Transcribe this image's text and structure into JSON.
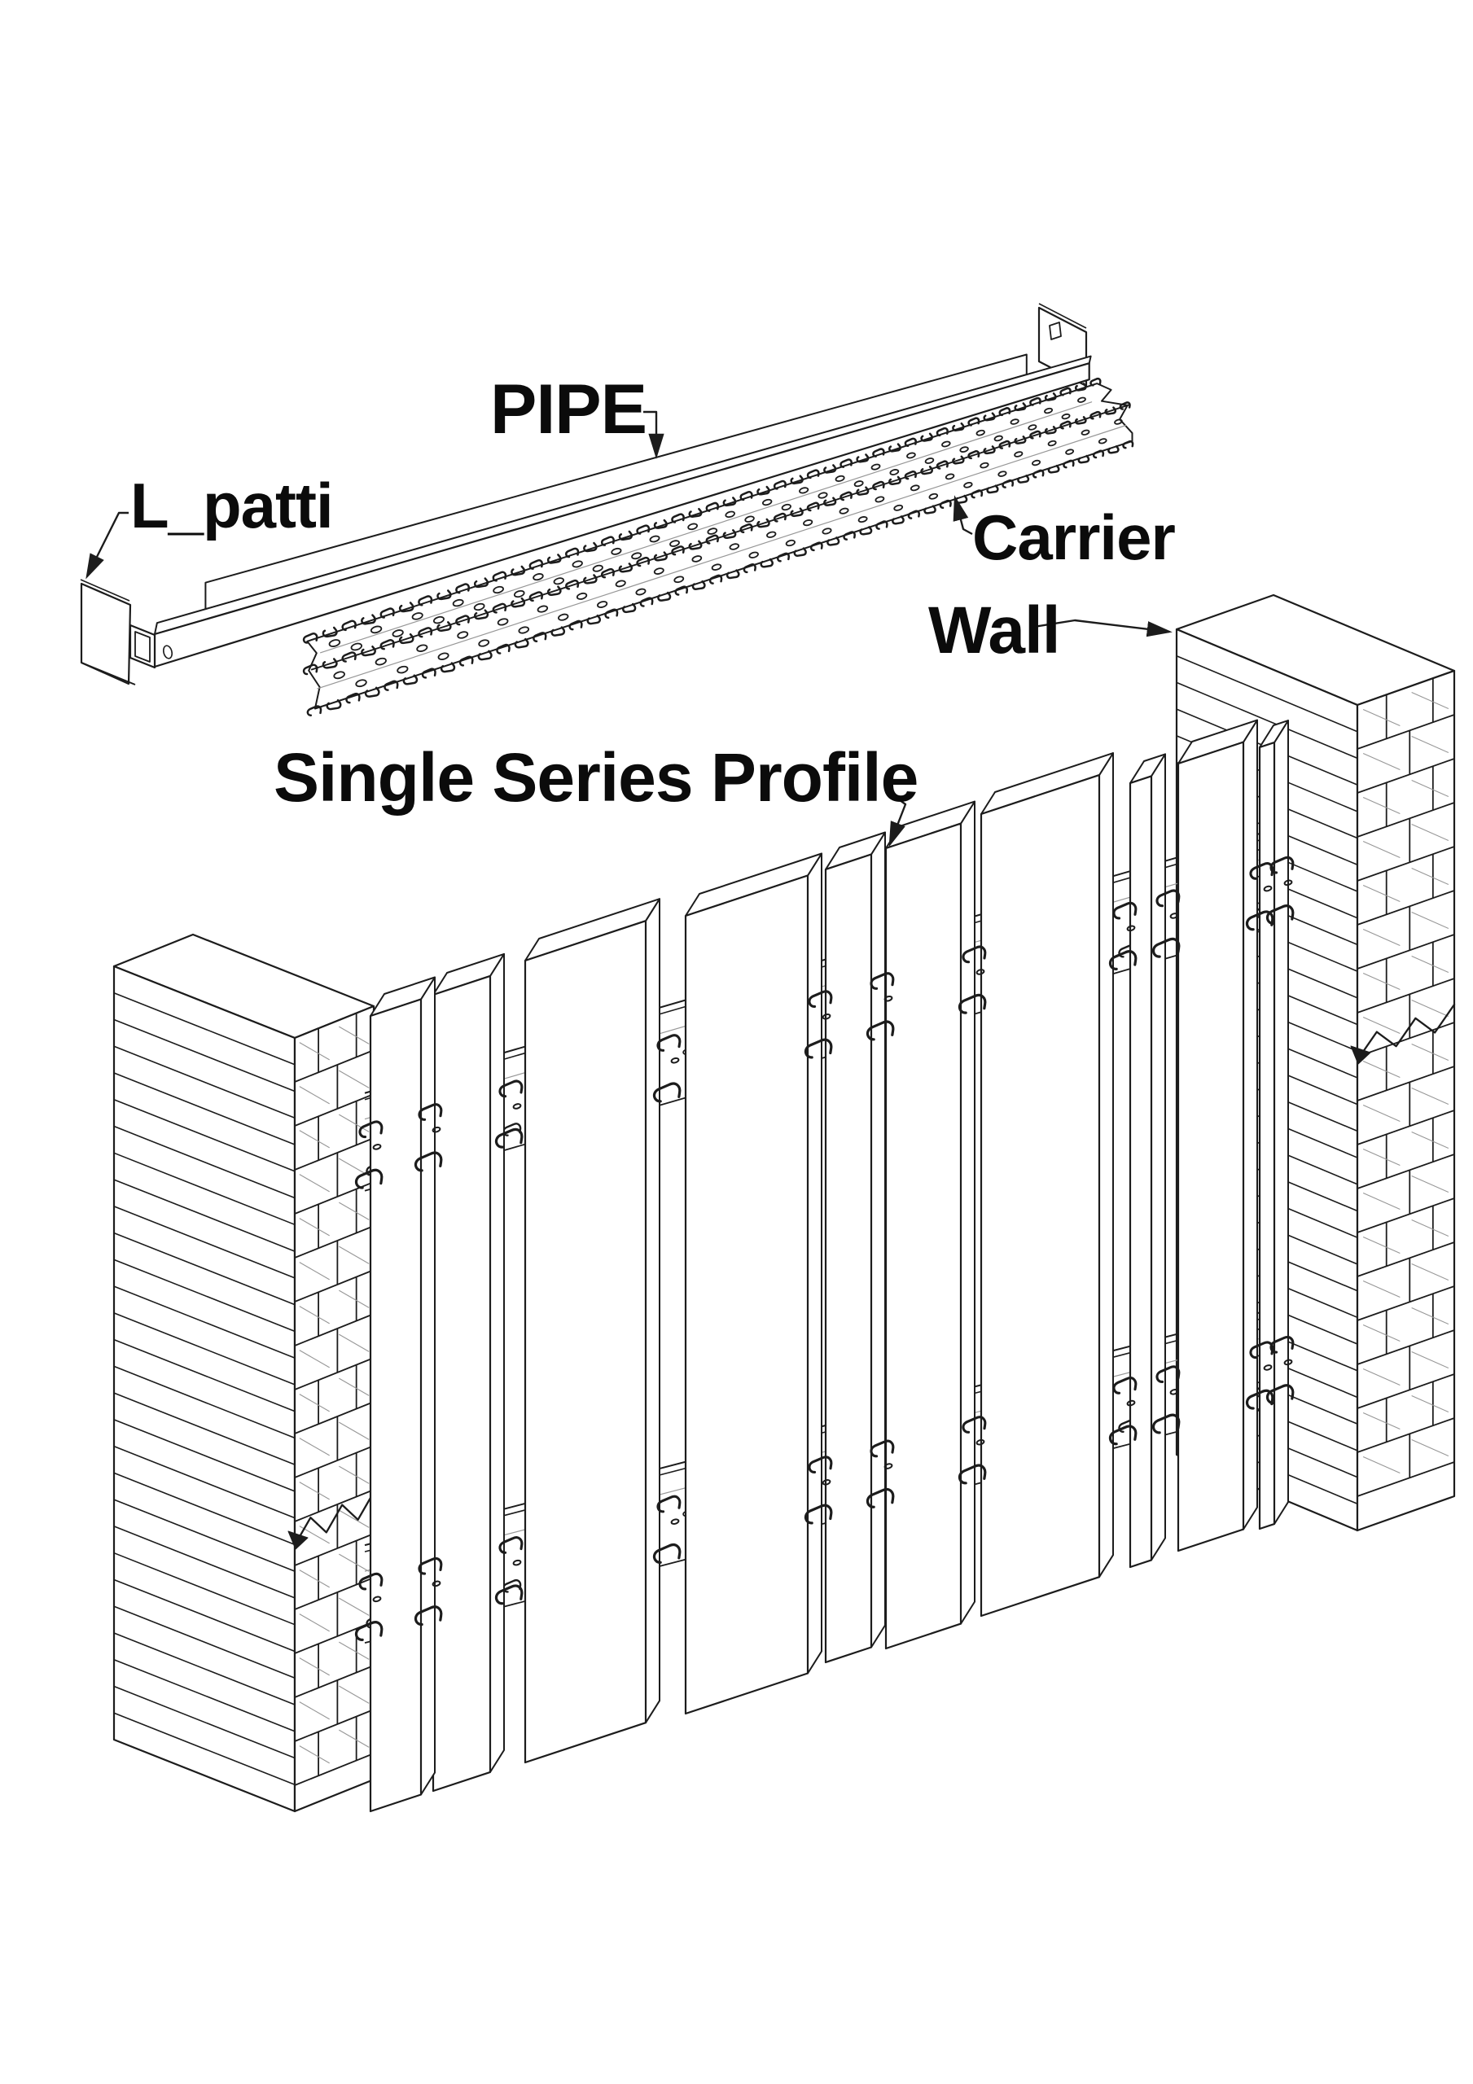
{
  "page": {
    "background": "#ffffff"
  },
  "drawing": {
    "line_color": "#1c1c1c",
    "hatch_color": "#979797",
    "labels": {
      "pipe": "PIPE",
      "l_patti": "L_patti",
      "carrier": "Carrier",
      "wall": "Wall",
      "single_series_profile": "Single Series Profile"
    }
  }
}
